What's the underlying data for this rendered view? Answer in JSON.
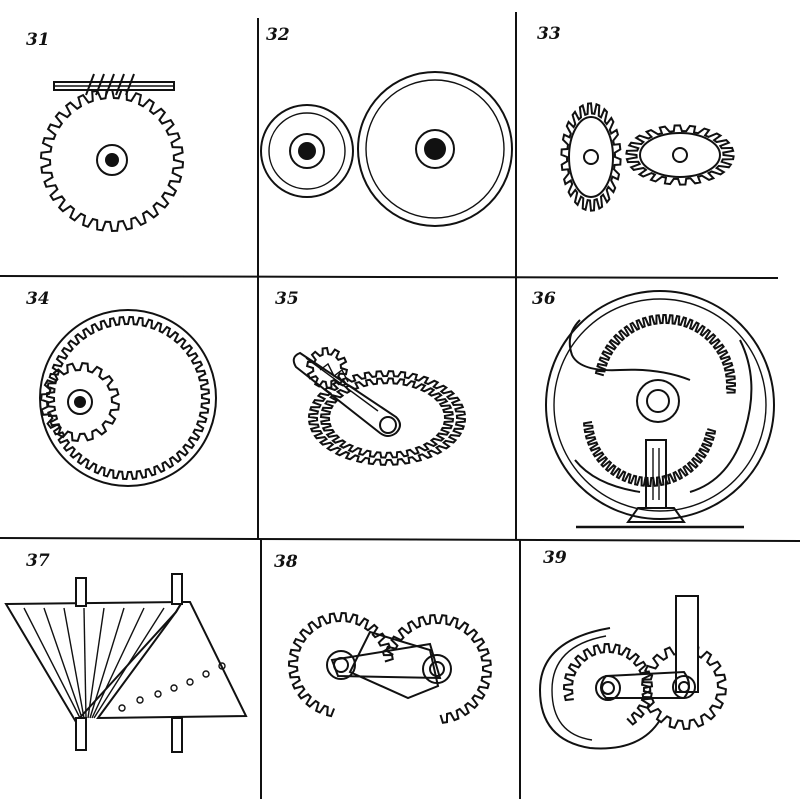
{
  "panels": [
    {
      "number": "31"
    },
    {
      "number": "32"
    },
    {
      "number": "33"
    },
    {
      "number": "34"
    },
    {
      "number": "35"
    },
    {
      "number": "36"
    },
    {
      "number": "37"
    },
    {
      "number": "38"
    },
    {
      "number": "39"
    }
  ],
  "colors": {
    "ink": "#111111",
    "paper": "#ffffff"
  }
}
